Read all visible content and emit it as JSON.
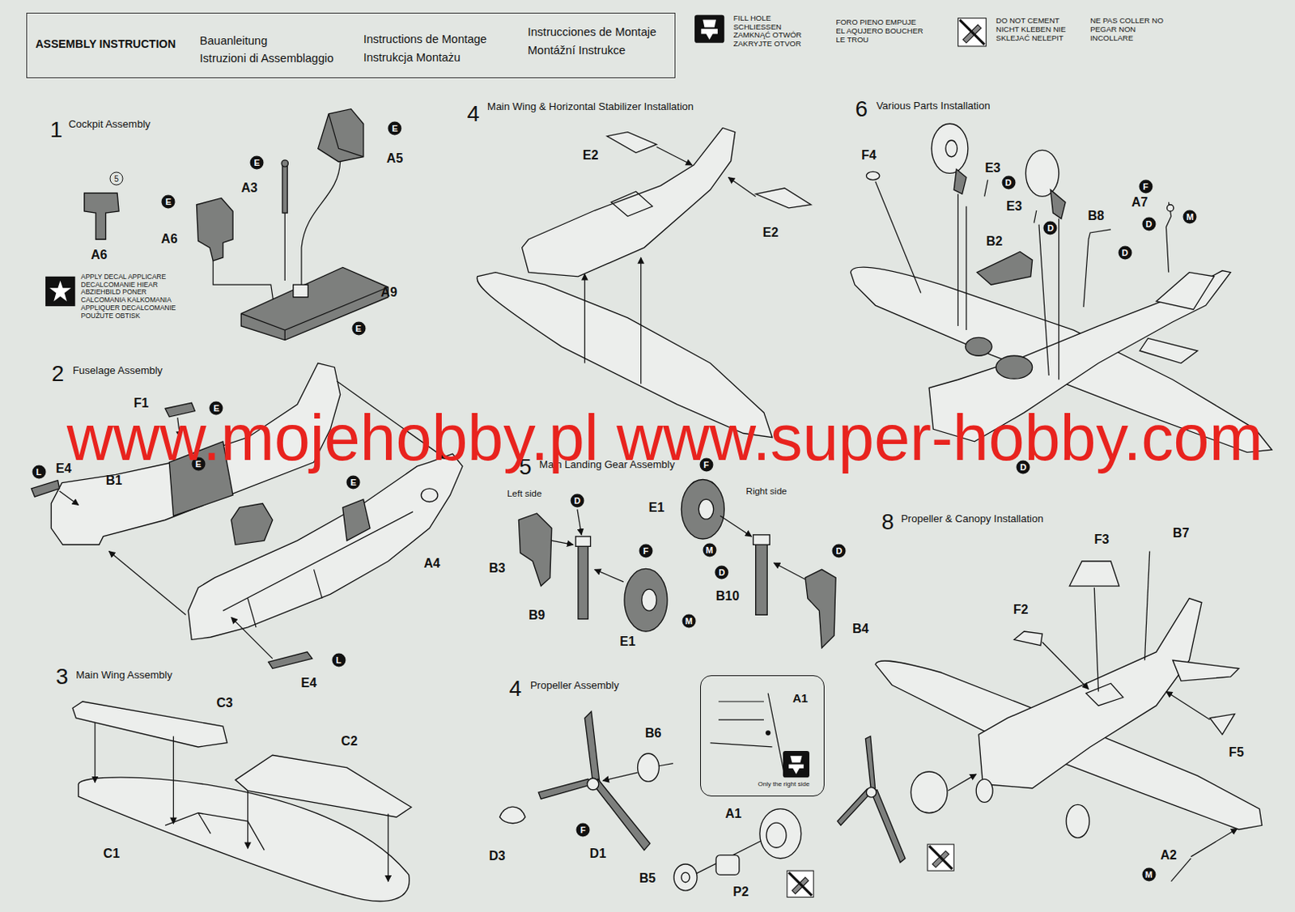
{
  "diagram": {
    "nodes": [
      {
        "text": [
          "ASSEMBLY INSTRUCTION",
          "Bauanleitung",
          "Istruzioni di Assemblaggio",
          "Instructions de Montage",
          "Instrukcja Montażu",
          "Instrucciones de Montaje",
          "Montážní Instrukce"
        ]
      },
      {
        "text": [
          "A1",
          "Only the right side"
        ]
      }
    ],
    "labels": [
      "1",
      "Cockpit Assembly",
      "5",
      "A6",
      "E",
      "A6",
      "E",
      "A3",
      "E",
      "A5",
      "A9",
      "E",
      "2",
      "Fuselage Assembly",
      "F1",
      "E",
      "E",
      "L",
      "E4",
      "B1",
      "E",
      "A4",
      "L",
      "E4",
      "3",
      "Main Wing Assembly",
      "C3",
      "C2",
      "C1",
      "4",
      "Main Wing & Horizontal Stabilizer Installation",
      "E2",
      "E2",
      "5",
      "Main Landing Gear Assembly",
      "Left side",
      "D",
      "B3",
      "B9",
      "F",
      "M",
      "E1",
      "F",
      "E1",
      "M",
      "Right side",
      "D",
      "D",
      "B10",
      "B4",
      "4",
      "Propeller Assembly",
      "B6",
      "D3",
      "F",
      "D1",
      "A1",
      "B5",
      "P2",
      "6",
      "Various Parts Installation",
      "F4",
      "E3",
      "D",
      "E3",
      "D",
      "B2",
      "B8",
      "D",
      "F",
      "A7",
      "D",
      "M",
      "D",
      "8",
      "Propeller & Canopy Installation",
      "F3",
      "B7",
      "F2",
      "F5",
      "A2",
      "M",
      "www.mojehobby.pl www.super-hobby.com"
    ],
    "legend": [
      {
        "text": "FILL HOLE SCHLIESSEN ZAMKNĄĆ OTWÓR ZAKRYJTE OTVOR"
      },
      {
        "text": "FORO PIENO EMPUJE EL AQUJERO BOUCHER LE TROU"
      },
      {
        "text": "DO NOT CEMENT NICHT KLEBEN NIE SKLEJAĆ NELEPIT"
      },
      {
        "text": "NE PAS COLLER NO PEGAR NON INCOLLARE"
      },
      {
        "text": "APPLY DECAL APPLICARE DECALCOMANIE HIEAR ABZIEHBILD PONER CALCOMANIA KALKOMANIA APPLIQUER DECALCOMANIE POUŽUTE OBTISK"
      }
    ]
  }
}
